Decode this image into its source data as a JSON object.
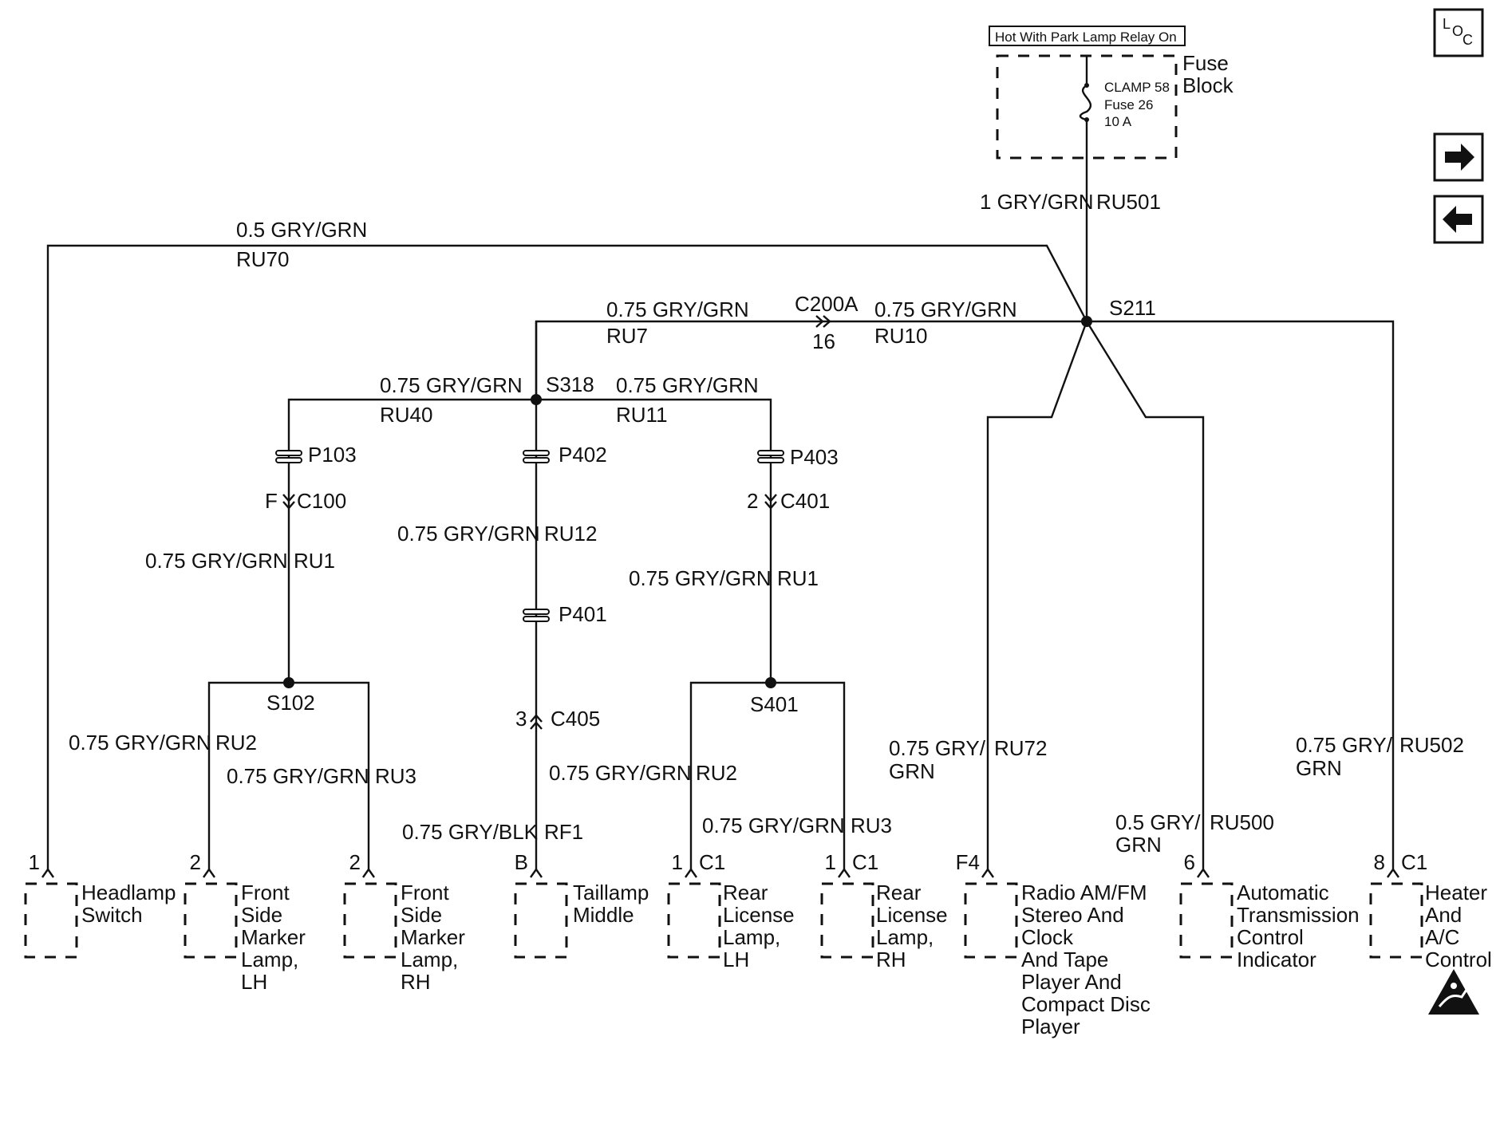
{
  "header": {
    "relay_label": "Hot With Park Lamp Relay On",
    "fuse_block": [
      "Fuse",
      "Block"
    ],
    "fuse_detail": [
      "CLAMP 58",
      "Fuse 26",
      "10 A"
    ],
    "loc_icon": "loc-icon",
    "nav": {
      "forward_icon": "arrow-right-icon",
      "back_icon": "arrow-left-icon"
    }
  },
  "wires": {
    "ru501": {
      "gauge": "1 GRY/GRN",
      "circuit": "RU501"
    },
    "ru70": {
      "gauge": "0.5 GRY/GRN",
      "circuit": "RU70"
    },
    "ru7": {
      "gauge": "0.75 GRY/GRN",
      "circuit": "RU7"
    },
    "ru10": {
      "gauge": "0.75 GRY/GRN",
      "circuit": "RU10"
    },
    "ru40": {
      "gauge": "0.75 GRY/GRN",
      "circuit": "RU40"
    },
    "ru11": {
      "gauge": "0.75 GRY/GRN",
      "circuit": "RU11"
    },
    "ru1_left": {
      "gauge": "0.75 GRY/GRN",
      "circuit": "RU1"
    },
    "ru12": {
      "gauge": "0.75 GRY/GRN",
      "circuit": "RU12"
    },
    "ru1_right": {
      "gauge": "0.75 GRY/GRN",
      "circuit": "RU1"
    },
    "ru2_left": {
      "gauge": "0.75 GRY/GRN",
      "circuit": "RU2"
    },
    "ru3_left": {
      "gauge": "0.75 GRY/GRN",
      "circuit": "RU3"
    },
    "rf1": {
      "gauge": "0.75 GRY/BLK",
      "circuit": "RF1"
    },
    "ru2_right": {
      "gauge": "0.75 GRY/GRN",
      "circuit": "RU2"
    },
    "ru3_right": {
      "gauge": "0.75 GRY/GRN",
      "circuit": "RU3"
    },
    "ru72": {
      "gauge": [
        "0.75 GRY/",
        "GRN"
      ],
      "circuit": "RU72"
    },
    "ru500": {
      "gauge": [
        "0.5 GRY/",
        "GRN"
      ],
      "circuit": "RU500"
    },
    "ru502": {
      "gauge": [
        "0.75 GRY/",
        "GRN"
      ],
      "circuit": "RU502"
    }
  },
  "splices": {
    "s211": "S211",
    "s318": "S318",
    "s102": "S102",
    "s401": "S401"
  },
  "connectors": {
    "c200a": {
      "name": "C200A",
      "pin": "16"
    },
    "c100": {
      "name": "C100",
      "pin": "F"
    },
    "c401": {
      "name": "C401",
      "pin": "2"
    },
    "c405": {
      "name": "C405",
      "pin": "3"
    }
  },
  "packs": {
    "p103": "P103",
    "p402": "P402",
    "p403": "P403",
    "p401": "P401"
  },
  "components": [
    {
      "pin": "1",
      "conn": "",
      "lines": [
        "Headlamp",
        "Switch"
      ]
    },
    {
      "pin": "2",
      "conn": "",
      "lines": [
        "Front",
        "Side",
        "Marker",
        "Lamp,",
        "LH"
      ]
    },
    {
      "pin": "2",
      "conn": "",
      "lines": [
        "Front",
        "Side",
        "Marker",
        "Lamp,",
        "RH"
      ]
    },
    {
      "pin": "B",
      "conn": "",
      "lines": [
        "Taillamp",
        "Middle"
      ]
    },
    {
      "pin": "1",
      "conn": "C1",
      "lines": [
        "Rear",
        "License",
        "Lamp,",
        "LH"
      ]
    },
    {
      "pin": "1",
      "conn": "C1",
      "lines": [
        "Rear",
        "License",
        "Lamp,",
        "RH"
      ]
    },
    {
      "pin": "F4",
      "conn": "",
      "lines": [
        "Radio AM/FM",
        "Stereo And",
        "Clock",
        "And Tape",
        "Player And",
        "Compact Disc",
        "Player"
      ]
    },
    {
      "pin": "6",
      "conn": "",
      "lines": [
        "Automatic",
        "Transmission",
        "Control",
        "Indicator"
      ]
    },
    {
      "pin": "8",
      "conn": "C1",
      "lines": [
        "Heater",
        "And",
        "A/C",
        "Control"
      ]
    }
  ],
  "esd_icon": "esd-warning-icon"
}
